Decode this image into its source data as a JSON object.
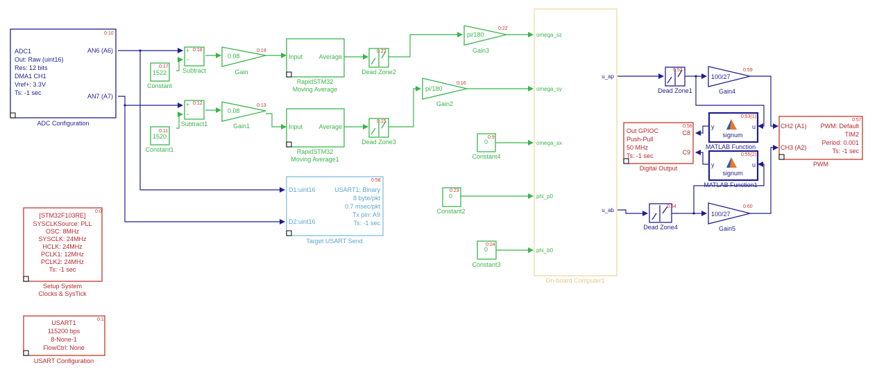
{
  "colors": {
    "signal_green": "#39b54a",
    "signal_blue": "#1f1f8f",
    "config_red": "#c0392b",
    "usart_cyan": "#7fbfe0",
    "subsystem_yellow": "#eed9a0"
  },
  "adc": {
    "index": "0:10",
    "lines": [
      "ADC1",
      "Out: Raw (uint16)",
      "Res: 12 bits",
      "DMA1 CH1",
      "Vref+: 3.3V",
      "Ts: -1 sec"
    ],
    "port1": "AN6 (A6)",
    "port2": "AN7 (A7)",
    "name": "ADC Configuration"
  },
  "constant": {
    "value": "1522",
    "index": "0:17",
    "name": "Constant"
  },
  "constant1": {
    "value": "1520",
    "index": "0:11",
    "name": "Constant1"
  },
  "subtract": {
    "index": "0:18",
    "name": "Subtract",
    "plus": "+",
    "minus": "−"
  },
  "subtract1": {
    "index": "0:12",
    "name": "Subtract1",
    "plus": "+",
    "minus": "−"
  },
  "gain": {
    "value": "0.08",
    "index": "0:19",
    "name": "Gain"
  },
  "gain1": {
    "value": "0.08",
    "index": "0:13",
    "name": "Gain1"
  },
  "mavg": {
    "in": "Input",
    "out": "Average",
    "name1": "RapidSTM32",
    "name2": "Moving Average"
  },
  "mavg1": {
    "in": "Input",
    "out": "Average",
    "name1": "RapidSTM32",
    "name2": "Moving Average1"
  },
  "dz2": {
    "index": "0:27",
    "name": "Dead Zone2"
  },
  "dz3": {
    "index": "0:15",
    "name": "Dead Zone3"
  },
  "gain3": {
    "value": "pi/180",
    "index": "0:22",
    "name": "Gain3"
  },
  "gain2": {
    "value": "pi/180",
    "index": "0:16",
    "name": "Gain2"
  },
  "constant4": {
    "value": "0",
    "index": "0:9",
    "name": "Constant4"
  },
  "constant2": {
    "value": "0",
    "index": "0:23",
    "name": "Constant2"
  },
  "constant3": {
    "value": "0",
    "index": "0:24",
    "name": "Constant3"
  },
  "usart_send": {
    "index": "0:58",
    "in1": "D1:uint16",
    "in2": "D2:uint16",
    "lines": [
      "USART1: Binary",
      "8 byte/pkt",
      "0.7 msec/pkt",
      "Tx pin: A9",
      "Ts: -1 sec"
    ],
    "name": "Target USART Send"
  },
  "onboard": {
    "name": "On-board Computer1",
    "inputs": [
      "omega_sz",
      "omega_sy",
      "omega_sx",
      "phi_p0",
      "phi_b0"
    ],
    "outputs": [
      "u_ap",
      "u_ab"
    ]
  },
  "sysclk": {
    "index": "0:0",
    "lines": [
      "[STM32F103RE]",
      "SYSCLKSource: PLL",
      "OSC: 8MHz",
      "SYSCLK: 24MHz",
      "HCLK: 24MHz",
      "PCLK1: 12MHz",
      "PCLK2: 24MHz",
      "Ts: -1 sec"
    ],
    "name1": "Setup System",
    "name2": "Clocks & SysTick"
  },
  "usart_cfg": {
    "index": "0:1",
    "lines": [
      "USART1",
      "115200 bps",
      "8-None-1",
      "FlowCtrl: None"
    ],
    "name": "USART Configuration"
  },
  "dz1": {
    "index": "0:52",
    "name": "Dead Zone1"
  },
  "dz4": {
    "index": "0:54",
    "name": "Dead Zone4"
  },
  "gain4": {
    "value": "100/27",
    "index": "0:59",
    "name": "Gain4"
  },
  "gain5": {
    "value": "100/27",
    "index": "0:60",
    "name": "Gain5"
  },
  "mf": {
    "index": "0:53(1)",
    "label": "signum",
    "in": "u",
    "out": "y",
    "name": "MATLAB Function"
  },
  "mf1": {
    "index": "0:55(2)",
    "label": "signum",
    "in": "u",
    "out": "y",
    "name": "MATLAB Function1"
  },
  "dout": {
    "index": "0:56",
    "lines": [
      "Out GPIOC",
      "Push-Pull",
      "50 MHz",
      "Ts: -1 sec"
    ],
    "port1": "C8",
    "port2": "C9",
    "name": "Digital Output"
  },
  "pwm": {
    "index": "0:57",
    "port1": "CH2 (A1)",
    "port2": "CH3 (A2)",
    "lines": [
      "PWM: Default",
      "TIM2",
      "Period: 0.001",
      "Ts: -1 sec"
    ],
    "name": "PWM"
  }
}
